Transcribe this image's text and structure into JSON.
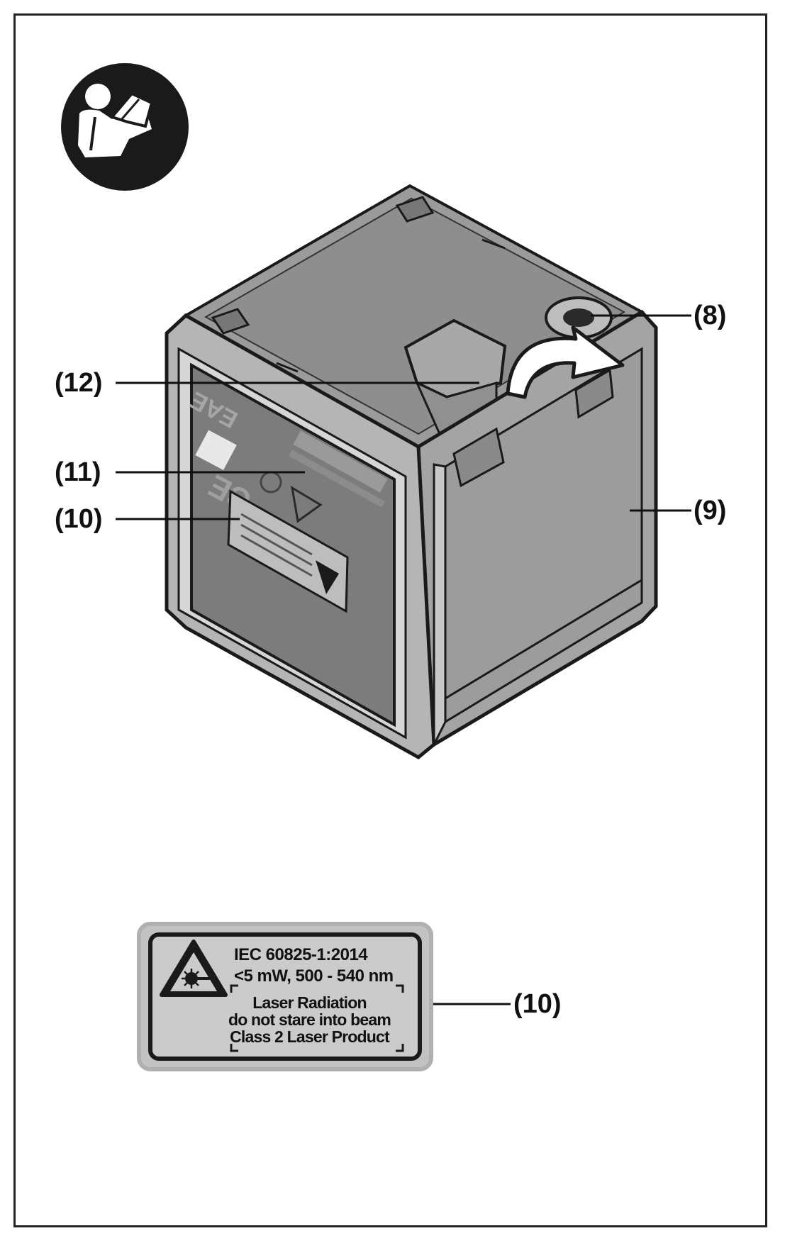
{
  "callouts": {
    "c8": "(8)",
    "c9": "(9)",
    "c10_top": "(10)",
    "c11": "(11)",
    "c12": "(12)",
    "c10_bottom": "(10)"
  },
  "laser_label": {
    "line1": "IEC 60825-1:2014",
    "line2": "<5 mW, 500 - 540 nm",
    "line3": "Laser Radiation",
    "line4": "do not stare into beam",
    "line5": "Class 2 Laser Product"
  },
  "icons": [
    "read-manual-icon",
    "laser-warning-icon",
    "rotate-arrow-icon"
  ],
  "colors": {
    "device_body": "#9a9a9a",
    "device_dark": "#6f6f6f",
    "device_light": "#c4c4c4",
    "outline": "#1a1a1a",
    "label_bg": "#c8c8c8"
  }
}
